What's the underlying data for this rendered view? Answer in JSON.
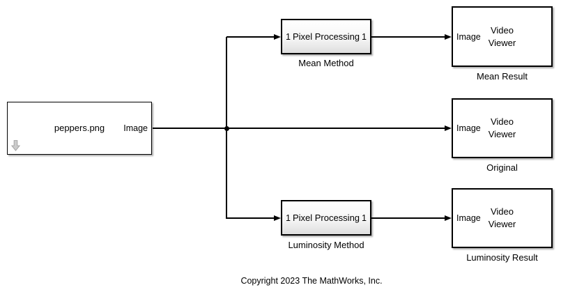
{
  "diagram": {
    "copyright": "Copyright 2023 The MathWorks, Inc.",
    "colors": {
      "background": "#ffffff",
      "line": "#000000",
      "block_border": "#000000",
      "block_shadow": "#a8a8a8",
      "subsystem_gradient_bottom": "#dedede",
      "icon_gray": "#cccccc"
    },
    "icons": {
      "source_badge": "download-arrow-icon"
    },
    "source_block": {
      "label": "peppers.png",
      "output_port": "Image"
    },
    "subsystems": {
      "mean": {
        "port_in": "1",
        "name": "Pixel Processing",
        "port_out": "1",
        "caption": "Mean Method"
      },
      "luminosity": {
        "port_in": "1",
        "name": "Pixel Processing",
        "port_out": "1",
        "caption": "Luminosity Method"
      }
    },
    "viewers": {
      "mean": {
        "port_in": "Image",
        "line1": "Video",
        "line2": "Viewer",
        "caption": "Mean Result"
      },
      "original": {
        "port_in": "Image",
        "line1": "Video",
        "line2": "Viewer",
        "caption": "Original"
      },
      "luminosity": {
        "port_in": "Image",
        "line1": "Video",
        "line2": "Viewer",
        "caption": "Luminosity Result"
      }
    }
  }
}
